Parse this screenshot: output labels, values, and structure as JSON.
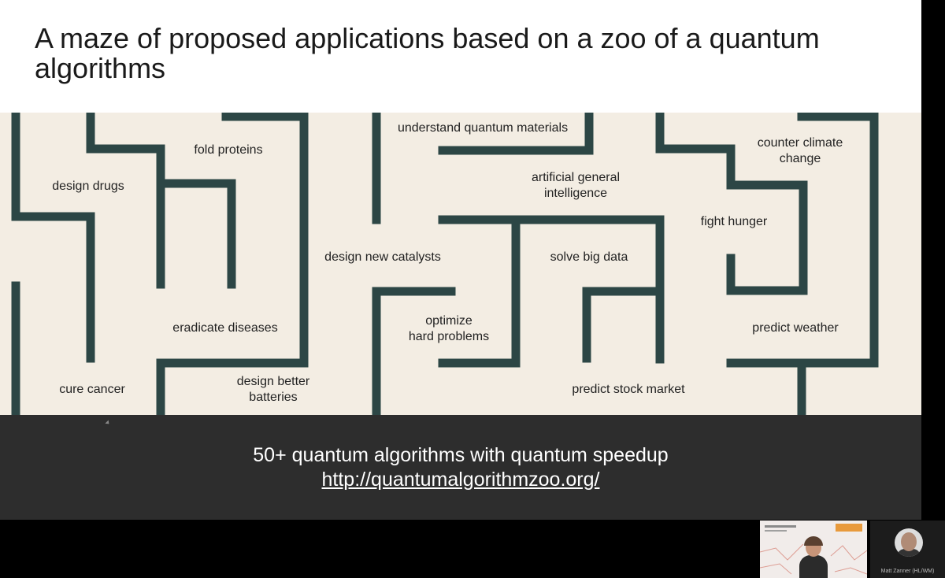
{
  "slide": {
    "title": "A maze of proposed applications based on a zoo of a quantum algorithms",
    "maze_labels": [
      "fold proteins",
      "design drugs",
      "eradicate diseases",
      "cure cancer",
      "design better\nbatteries",
      "understand quantum materials",
      "design new catalysts",
      "optimize\nhard problems",
      "artificial general\nintelligence",
      "solve big data",
      "predict stock market",
      "counter climate\nchange",
      "fight hunger",
      "predict weather"
    ],
    "footer_line1": "50+ quantum algorithms with quantum speedup",
    "footer_link": "http://quantumalgorithmzoo.org/"
  },
  "participant": {
    "name": "Matt Zanner (HL/WM)"
  },
  "colors": {
    "maze_wall": "#2c4645",
    "maze_background": "#f3ede3",
    "footer_background": "#2d2d2d",
    "title_background": "#ffffff"
  }
}
